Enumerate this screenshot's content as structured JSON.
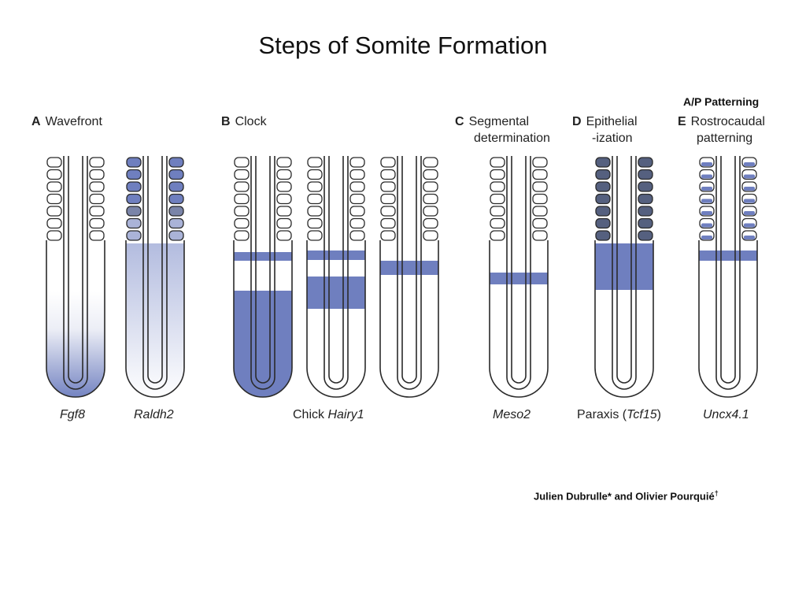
{
  "title": "Steps of Somite Formation",
  "panels": [
    {
      "letter": "A",
      "label": "Wavefront"
    },
    {
      "letter": "B",
      "label": "Clock"
    },
    {
      "letter": "C",
      "label": "Segmental",
      "label2": "determination"
    },
    {
      "letter": "D",
      "label": "Epithelial",
      "label2": "-ization"
    },
    {
      "letter": "E",
      "label": "Rostrocaudal",
      "label2": "patterning"
    }
  ],
  "ap_label": "A/P Patterning",
  "captions": {
    "fgf8": "Fgf8",
    "raldh2": "Raldh2",
    "hairy_prefix": "Chick ",
    "hairy_gene": "Hairy1",
    "meso2": "Meso2",
    "paraxis_prefix": "Paraxis (",
    "paraxis_gene": "Tcf15",
    "paraxis_suffix": ")",
    "uncx": "Uncx4.1"
  },
  "credit": {
    "text": "Julien Dubrulle* and Olivier Pourquié",
    "mark": "†"
  },
  "colors": {
    "expression": "#6f7fbf",
    "outline": "#2a2a2a",
    "dark_somite": "#55607f"
  }
}
